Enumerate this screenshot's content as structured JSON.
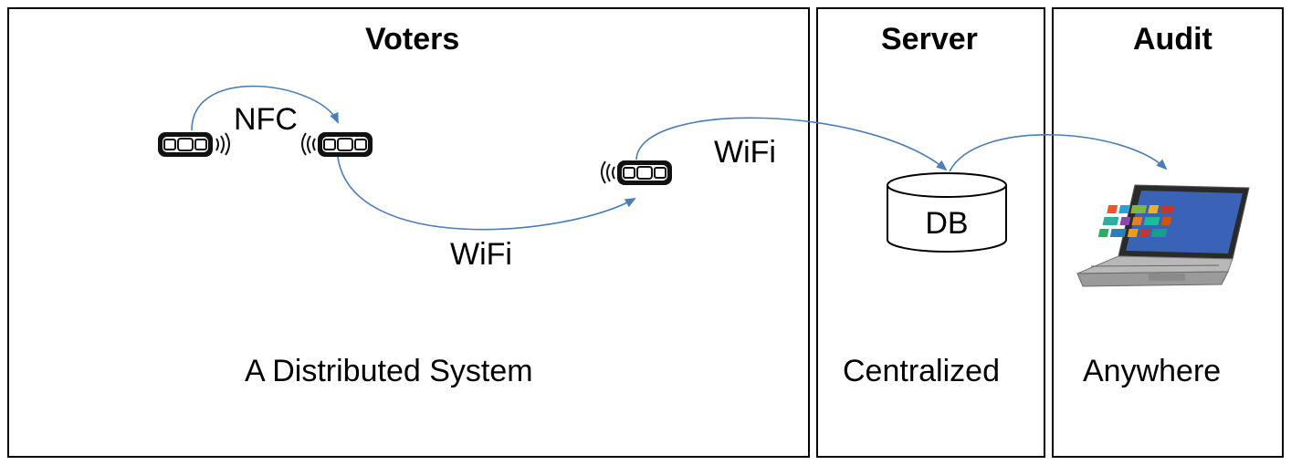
{
  "panels": {
    "voters": {
      "title": "Voters",
      "caption": "A Distributed System"
    },
    "server": {
      "title": "Server",
      "caption": "Centralized",
      "db_label": "DB"
    },
    "audit": {
      "title": "Audit",
      "caption": "Anywhere"
    }
  },
  "edges": {
    "nfc": "NFC",
    "wifi_local": "WiFi",
    "wifi_server": "WiFi"
  },
  "colors": {
    "arrow": "#4a7ebb",
    "border": "#000000",
    "device_body": "#111111"
  },
  "icons": {
    "device": "voting-device-icon",
    "wave": "signal-wave-icon",
    "database": "database-cylinder-icon",
    "laptop": "laptop-icon"
  }
}
